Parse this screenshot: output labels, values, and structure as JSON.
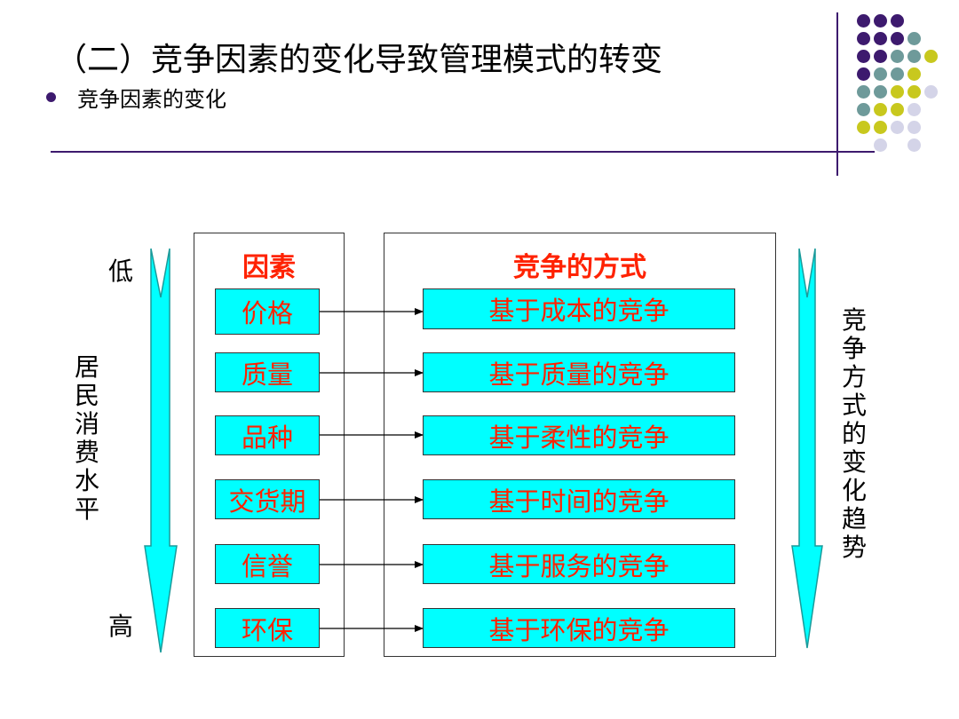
{
  "slide": {
    "title": "（二）竞争因素的变化导致管理模式的转变",
    "bullet": "竞争因素的变化"
  },
  "diagram": {
    "left_axis": {
      "low": "低",
      "high": "高",
      "label": "居民消费水平"
    },
    "right_axis": {
      "label": "竞争方式的变化趋势"
    },
    "factor_header": "因素",
    "mode_header": "竞争的方式",
    "rows": [
      {
        "factor": "价格",
        "mode": "基于成本的竞争"
      },
      {
        "factor": "质量",
        "mode": "基于质量的竞争"
      },
      {
        "factor": "品种",
        "mode": "基于柔性的竞争"
      },
      {
        "factor": "交货期",
        "mode": "基于时间的竞争"
      },
      {
        "factor": "信誉",
        "mode": "基于服务的竞争"
      },
      {
        "factor": "环保",
        "mode": "基于环保的竞争"
      }
    ]
  },
  "colors": {
    "accent_purple": "#3d1a6e",
    "teal_gray": "#6e9a9a",
    "yellow_green": "#c8c81e",
    "lavender": "#d4d4e8",
    "cyan_fill": "#00ffff",
    "red_text": "#ff2200"
  }
}
